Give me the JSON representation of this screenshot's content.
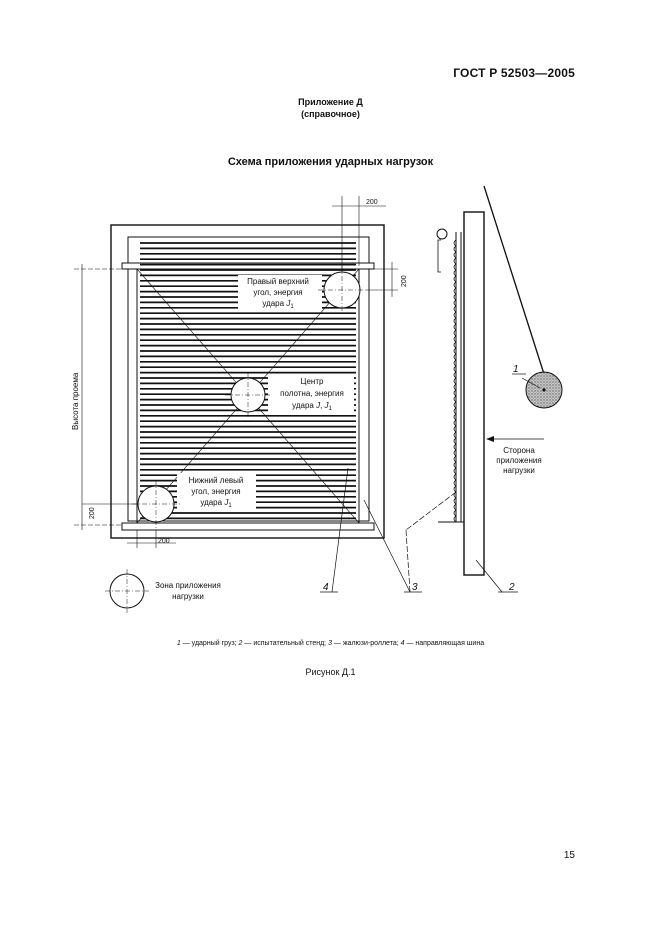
{
  "header": {
    "standard": "ГОСТ Р 52503—2005"
  },
  "appendix": {
    "line1": "Приложение Д",
    "line2": "(справочное)"
  },
  "figure": {
    "title": "Схема приложения ударных нагрузок",
    "dim_200": "200",
    "height_label": "Высота проема",
    "top_right": {
      "l1": "Правый верхний",
      "l2": "угол, энергия",
      "l3": "удара ",
      "sym": "J",
      "sub": "1"
    },
    "center": {
      "l1": "Центр",
      "l2": "полотна, энергия",
      "l3": "удара ",
      "sym": "J",
      "sep": ", ",
      "sym2": "J",
      "sub": "1"
    },
    "bottom_left": {
      "l1": "Нижний левый",
      "l2": "угол, энергия",
      "l3": "удара ",
      "sym": "J",
      "sub": "1"
    },
    "side": {
      "l1": "Сторона",
      "l2": "приложения",
      "l3": "нагрузки"
    },
    "zone": {
      "l1": "Зона приложения",
      "l2": "нагрузки"
    },
    "callouts": {
      "n1": "1",
      "n2": "2",
      "n3": "3",
      "n4": "4"
    }
  },
  "legend": {
    "items": [
      {
        "n": "1",
        "text": " — ударный груз; "
      },
      {
        "n": "2",
        "text": " — испытательный стенд; "
      },
      {
        "n": "3",
        "text": " — жалюзи-роллета; "
      },
      {
        "n": "4",
        "text": " — направляющая шина"
      }
    ]
  },
  "caption": "Рисунок Д.1",
  "page_number": "15"
}
